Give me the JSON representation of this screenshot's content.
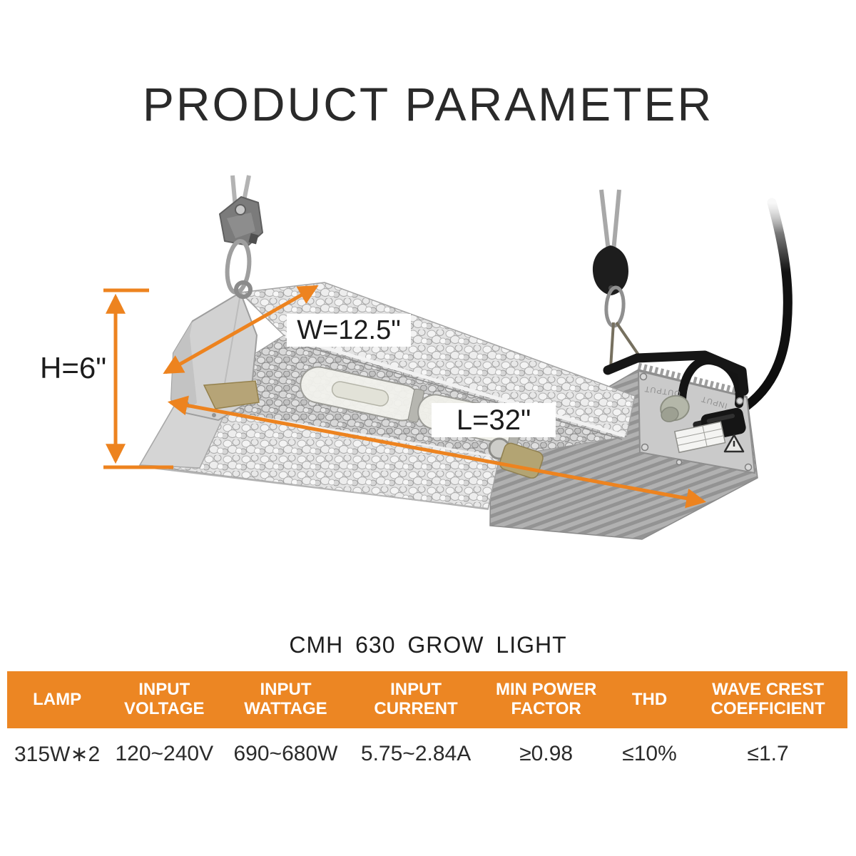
{
  "title": "PRODUCT PARAMETER",
  "dimensions": {
    "height_label": "H=6\"",
    "width_label": "W=12.5\"",
    "length_label": "L=32\""
  },
  "product_caption": "CMH 630 GROW LIGHT",
  "ballast_markings": {
    "output": "OUTPUT",
    "input": "INPUT"
  },
  "spec_table": {
    "columns": [
      {
        "label": "LAMP",
        "value": "315W∗2"
      },
      {
        "label": "INPUT VOLTAGE",
        "value": "120~240V"
      },
      {
        "label": "INPUT WATTAGE",
        "value": "690~680W"
      },
      {
        "label": "INPUT CURRENT",
        "value": "5.75~2.84A"
      },
      {
        "label": "MIN POWER FACTOR",
        "value": "≥0.98"
      },
      {
        "label": "THD",
        "value": "≤10%"
      },
      {
        "label": "WAVE CREST COEFFICIENT",
        "value": "≤1.7"
      }
    ]
  },
  "colors": {
    "accent_orange": "#ED831F",
    "table_header_bg": "#EC8623",
    "header_text": "#FFFFFF",
    "body_text": "#2B2B2B"
  }
}
